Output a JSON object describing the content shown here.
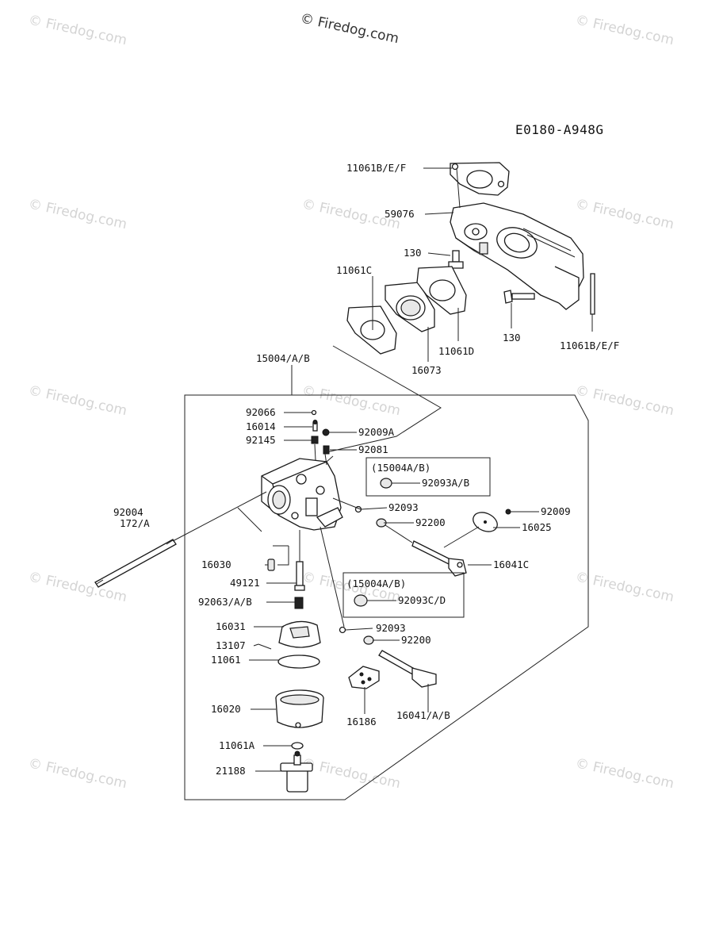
{
  "watermark": {
    "top_text": "© Firedog.com",
    "repeat_text": "© Firedog.com"
  },
  "diagram": {
    "code": "E0180-A948G",
    "labels": {
      "p11061BEF_top": "11061B/E/F",
      "p59076": "59076",
      "p130_a": "130",
      "p11061C": "11061C",
      "p11061D": "11061D",
      "p16073": "16073",
      "p130_b": "130",
      "p11061BEF_bottom": "11061B/E/F",
      "p15004AB": "15004/A/B",
      "p92066": "92066",
      "p16014": "16014",
      "p92009A": "92009A",
      "p92145": "92145",
      "p92081": "92081",
      "box1_title": "(15004A/B)",
      "p92093AB": "92093A/B",
      "p92004": "92004",
      "p172A": "172/A",
      "p92093_a": "92093",
      "p92200_a": "92200",
      "p92009": "92009",
      "p16025": "16025",
      "p16030": "16030",
      "p49121": "49121",
      "p16041C": "16041C",
      "box2_title": "(15004A/B)",
      "p92093CD": "92093C/D",
      "p92063AB": "92063/A/B",
      "p16031": "16031",
      "p13107": "13107",
      "p92093_b": "92093",
      "p92200_b": "92200",
      "p11061": "11061",
      "p16020": "16020",
      "p16186": "16186",
      "p16041AB": "16041/A/B",
      "p11061A": "11061A",
      "p21188": "21188"
    }
  }
}
